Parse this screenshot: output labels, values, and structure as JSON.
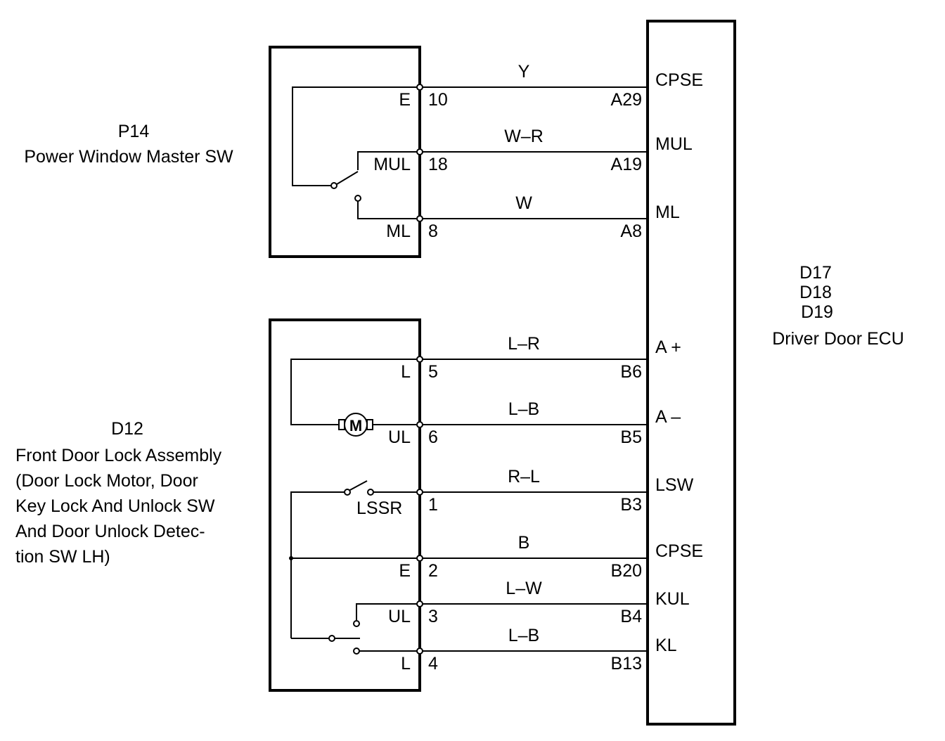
{
  "p14": {
    "code": "P14",
    "name": "Power Window Master SW"
  },
  "d12": {
    "code": "D12",
    "lines": [
      "Front Door Lock Assembly",
      "(Door Lock Motor, Door",
      "Key Lock And Unlock SW",
      "And Door Unlock Detec-",
      "tion SW LH)"
    ]
  },
  "ecu": {
    "codes": [
      "D17",
      "D18",
      "D19"
    ],
    "name": "Driver Door ECU"
  },
  "motor_symbol": "M",
  "switch_label": "LSSR",
  "wires": [
    {
      "pin_name": "E",
      "pin": "10",
      "color": "Y",
      "ecu_pin": "A29",
      "ecu_term": "CPSE"
    },
    {
      "pin_name": "MUL",
      "pin": "18",
      "color": "W–R",
      "ecu_pin": "A19",
      "ecu_term": "MUL"
    },
    {
      "pin_name": "ML",
      "pin": "8",
      "color": "W",
      "ecu_pin": "A8",
      "ecu_term": "ML"
    },
    {
      "pin_name": "L",
      "pin": "5",
      "color": "L–R",
      "ecu_pin": "B6",
      "ecu_term": "A +"
    },
    {
      "pin_name": "UL",
      "pin": "6",
      "color": "L–B",
      "ecu_pin": "B5",
      "ecu_term": "A –"
    },
    {
      "pin_name": "",
      "pin": "1",
      "color": "R–L",
      "ecu_pin": "B3",
      "ecu_term": "LSW"
    },
    {
      "pin_name": "E",
      "pin": "2",
      "color": "B",
      "ecu_pin": "B20",
      "ecu_term": "CPSE"
    },
    {
      "pin_name": "UL",
      "pin": "3",
      "color": "L–W",
      "ecu_pin": "B4",
      "ecu_term": "KUL"
    },
    {
      "pin_name": "L",
      "pin": "4",
      "color": "L–B",
      "ecu_pin": "B13",
      "ecu_term": "KL"
    }
  ]
}
